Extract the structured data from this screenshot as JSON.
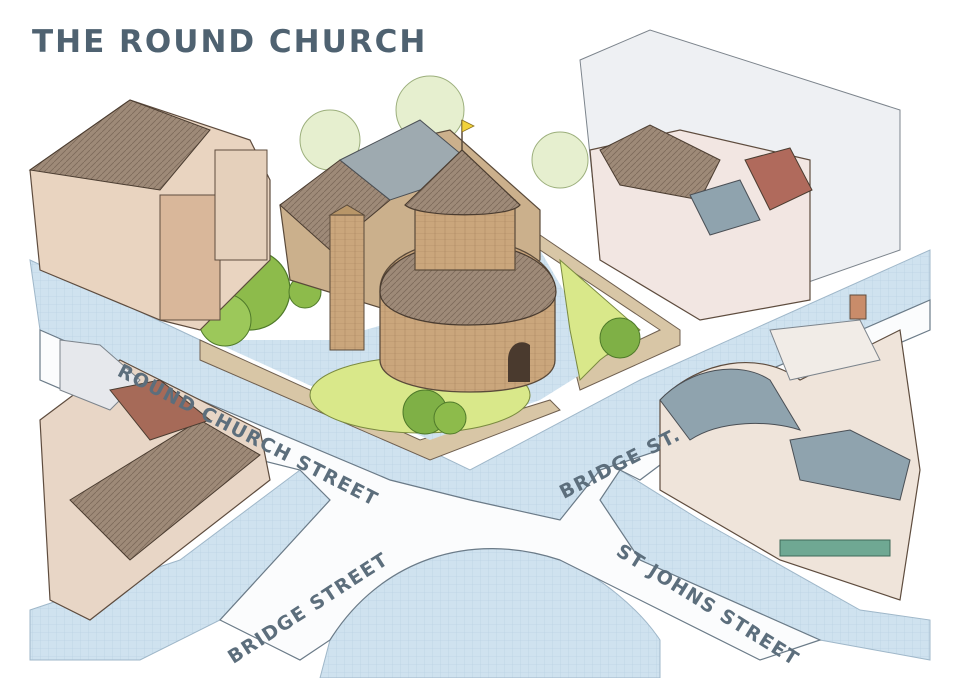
{
  "title": "THE ROUND CHURCH",
  "streets": {
    "round_church_street": "ROUND CHURCH STREET",
    "bridge_st": "BRIDGE ST.",
    "bridge_street": "BRIDGE STREET",
    "st_johns_street": "ST JOHNS STREET"
  },
  "colors": {
    "title": "#4f6271",
    "street_label": "#5c6e7c",
    "pavement": "#cfe2ef",
    "road": "#fbfcfd",
    "grass": "#d9e88a",
    "tree": "#8dbb4b",
    "stone": "#c9a77d",
    "roof": "#a98e74"
  }
}
